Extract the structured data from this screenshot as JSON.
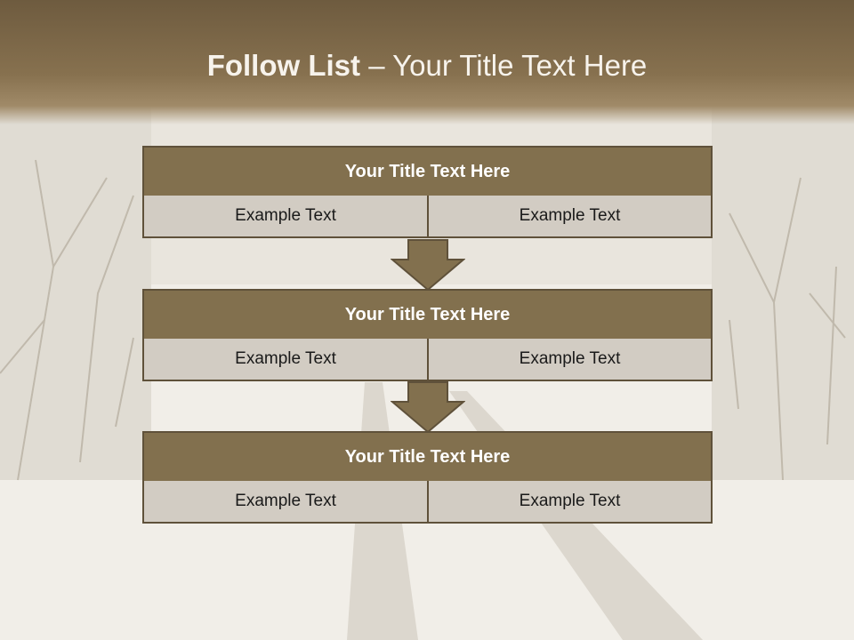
{
  "title": {
    "bold": "Follow List",
    "rest": " – Your Title Text Here"
  },
  "blocks": [
    {
      "heading": "Your Title Text Here",
      "left": "Example Text",
      "right": "Example Text"
    },
    {
      "heading": "Your Title Text Here",
      "left": "Example Text",
      "right": "Example Text"
    },
    {
      "heading": "Your Title Text Here",
      "left": "Example Text",
      "right": "Example Text"
    }
  ],
  "colors": {
    "header": "#82704e",
    "cell": "#d2ccc3",
    "border": "#5f513a"
  },
  "icons": {
    "arrow": "down-arrow-icon"
  }
}
